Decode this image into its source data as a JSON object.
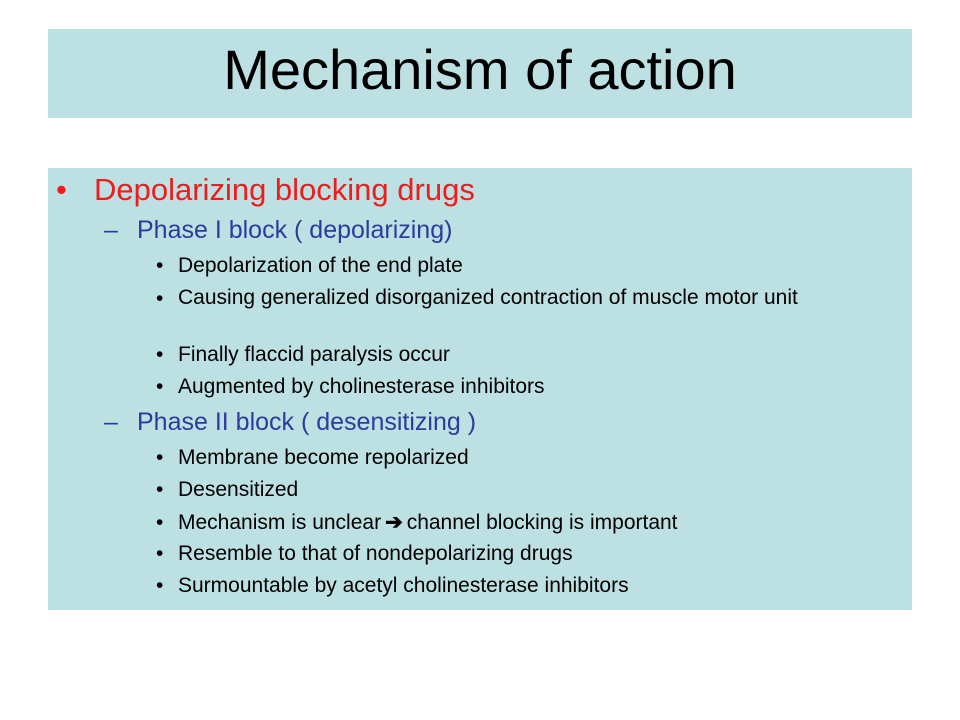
{
  "slide": {
    "title": "Mechanism of action",
    "bullets": {
      "level1_marker": "•",
      "level2_marker": "–",
      "level3_marker": "•"
    },
    "heading": "Depolarizing  blocking drugs",
    "phase1": {
      "label": "Phase I block ( depolarizing)",
      "items": [
        "Depolarization of the end plate",
        "Causing generalized disorganized contraction of muscle motor unit",
        "Finally flaccid paralysis occur",
        "Augmented by cholinesterase inhibitors"
      ]
    },
    "phase2": {
      "label": "Phase II block ( desensitizing )",
      "items": [
        "Membrane become repolarized",
        "Desensitized",
        "Mechanism is unclear",
        "Resemble to that  of nondepolarizing drugs",
        "Surmountable by acetyl cholinesterase inhibitors"
      ],
      "mechanism_arrow": "➔",
      "mechanism_tail": "channel blocking is important"
    },
    "colors": {
      "box_bg": "#bde0e3",
      "heading": "#ee1c1c",
      "phase": "#2e3a9c",
      "text": "#000000"
    }
  }
}
